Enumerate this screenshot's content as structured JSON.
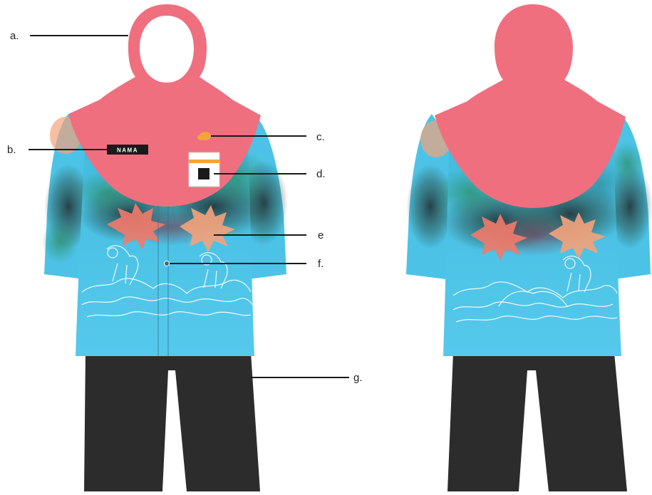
{
  "colors": {
    "hijab": "#ef6f7f",
    "tunic_light": "#4cc3e6",
    "tunic_deep": "#1a9cc4",
    "smoke_dark": "#1f2a2e",
    "smoke_green": "#2c8a5e",
    "coral": "#f27a6a",
    "coral_light": "#f5a27a",
    "pants": "#2c2c2c",
    "emblem_gold": "#f0a63a",
    "leader_line": "#1a1a1a"
  },
  "labels": {
    "a": "a.",
    "b": "b.",
    "c": "c.",
    "d": "d.",
    "e": "e",
    "f": "f.",
    "g": "g."
  },
  "name_tag": "NAMA",
  "views": [
    "front-view",
    "back-view"
  ]
}
